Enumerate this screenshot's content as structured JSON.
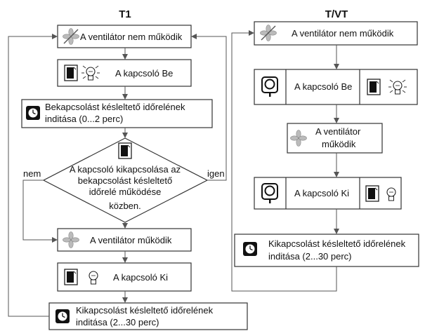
{
  "columns": {
    "left": "T1",
    "right": "T/VT"
  },
  "t1": {
    "fan_off": "A ventilátor nem működik",
    "switch_on": "A kapcsoló Be",
    "delay_on_l1": "Bekapcsolást késleltető időrelének",
    "delay_on_l2": "inditása (0...2 perc)",
    "decision_l1": "A kapcsoló kikapcsolása az",
    "decision_l2": "bekapcsolást késleltető",
    "decision_l3": "időrelé működése",
    "decision_l4": "közben.",
    "branch_no": "nem",
    "branch_yes": "igen",
    "fan_on": "A ventilátor működik",
    "switch_off": "A kapcsoló Ki",
    "delay_off_l1": "Kikapcsolást késleltető időrelének",
    "delay_off_l2": "inditása (2...30 perc)"
  },
  "tvt": {
    "fan_off": "A ventilátor nem működik",
    "switch_on": "A kapcsoló Be",
    "fan_on_l1": "A ventilátor",
    "fan_on_l2": "működik",
    "switch_off": "A kapcsoló Ki",
    "delay_off_l1": "Kikapcsolást késleltető időrelének",
    "delay_off_l2": "inditása (2...30 perc)"
  }
}
